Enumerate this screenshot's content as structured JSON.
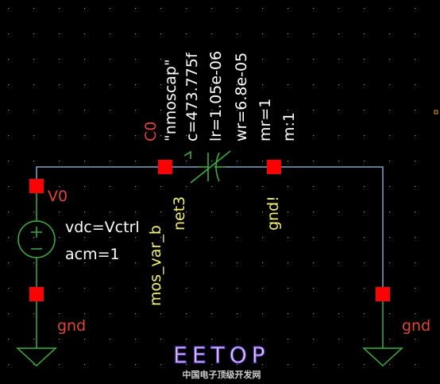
{
  "schematic": {
    "cap_instance": "C0",
    "cap_model": "\"nmoscap\"",
    "cap_params": [
      "c=473.775f",
      "lr=1.05e-06",
      "wr=6.8e-05",
      "mr=1",
      "m:1"
    ],
    "vsource_instance": "V0",
    "vsource_params": [
      "vdc=Vctrl",
      "acm=1"
    ],
    "nets": [
      "mos_var_b",
      "net3",
      "gnd!"
    ],
    "ground_left": "gnd",
    "ground_right": "gnd",
    "colors": {
      "wire": "#7fa6c8",
      "pin": "#ff0000",
      "device": "#3fae3f",
      "net_label": "#f2ee72"
    }
  },
  "watermark": {
    "logo": "EETOP",
    "subtitle": "中国电子顶级开发网"
  }
}
